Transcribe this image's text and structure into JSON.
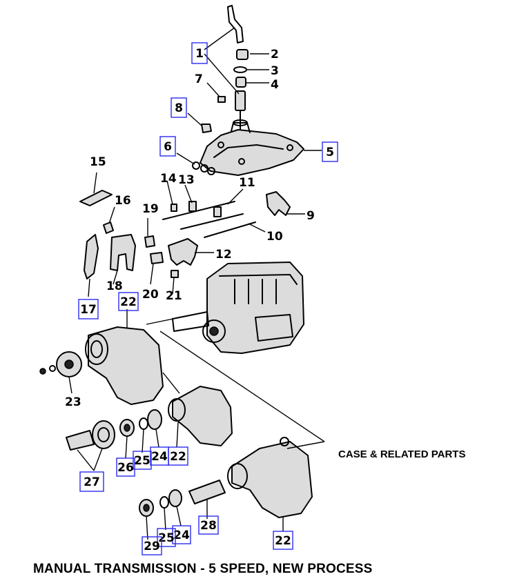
{
  "caption": {
    "title": "MANUAL TRANSMISSION - 5 SPEED, NEW PROCESS",
    "section_label": "CASE & RELATED PARTS"
  },
  "callouts": [
    {
      "id": "c1",
      "label": "1",
      "boxed": true
    },
    {
      "id": "c2",
      "label": "2",
      "boxed": false
    },
    {
      "id": "c3",
      "label": "3",
      "boxed": false
    },
    {
      "id": "c4",
      "label": "4",
      "boxed": false
    },
    {
      "id": "c5",
      "label": "5",
      "boxed": true
    },
    {
      "id": "c6",
      "label": "6",
      "boxed": true
    },
    {
      "id": "c7",
      "label": "7",
      "boxed": false
    },
    {
      "id": "c8",
      "label": "8",
      "boxed": true
    },
    {
      "id": "c9",
      "label": "9",
      "boxed": false
    },
    {
      "id": "c10",
      "label": "10",
      "boxed": false
    },
    {
      "id": "c11",
      "label": "11",
      "boxed": false
    },
    {
      "id": "c12",
      "label": "12",
      "boxed": false
    },
    {
      "id": "c13",
      "label": "13",
      "boxed": false
    },
    {
      "id": "c14",
      "label": "14",
      "boxed": false
    },
    {
      "id": "c15",
      "label": "15",
      "boxed": false
    },
    {
      "id": "c16",
      "label": "16",
      "boxed": false
    },
    {
      "id": "c17",
      "label": "17",
      "boxed": true
    },
    {
      "id": "c18",
      "label": "18",
      "boxed": false
    },
    {
      "id": "c19",
      "label": "19",
      "boxed": false
    },
    {
      "id": "c20",
      "label": "20",
      "boxed": false
    },
    {
      "id": "c21",
      "label": "21",
      "boxed": false
    },
    {
      "id": "c22a",
      "label": "22",
      "boxed": true
    },
    {
      "id": "c22b",
      "label": "22",
      "boxed": true
    },
    {
      "id": "c22c",
      "label": "22",
      "boxed": true
    },
    {
      "id": "c23",
      "label": "23",
      "boxed": false
    },
    {
      "id": "c24a",
      "label": "24",
      "boxed": true
    },
    {
      "id": "c24b",
      "label": "24",
      "boxed": true
    },
    {
      "id": "c25a",
      "label": "25",
      "boxed": true
    },
    {
      "id": "c25b",
      "label": "25",
      "boxed": true
    },
    {
      "id": "c26",
      "label": "26",
      "boxed": true
    },
    {
      "id": "c27",
      "label": "27",
      "boxed": true
    },
    {
      "id": "c28",
      "label": "28",
      "boxed": true
    },
    {
      "id": "c29",
      "label": "29",
      "boxed": true
    }
  ]
}
